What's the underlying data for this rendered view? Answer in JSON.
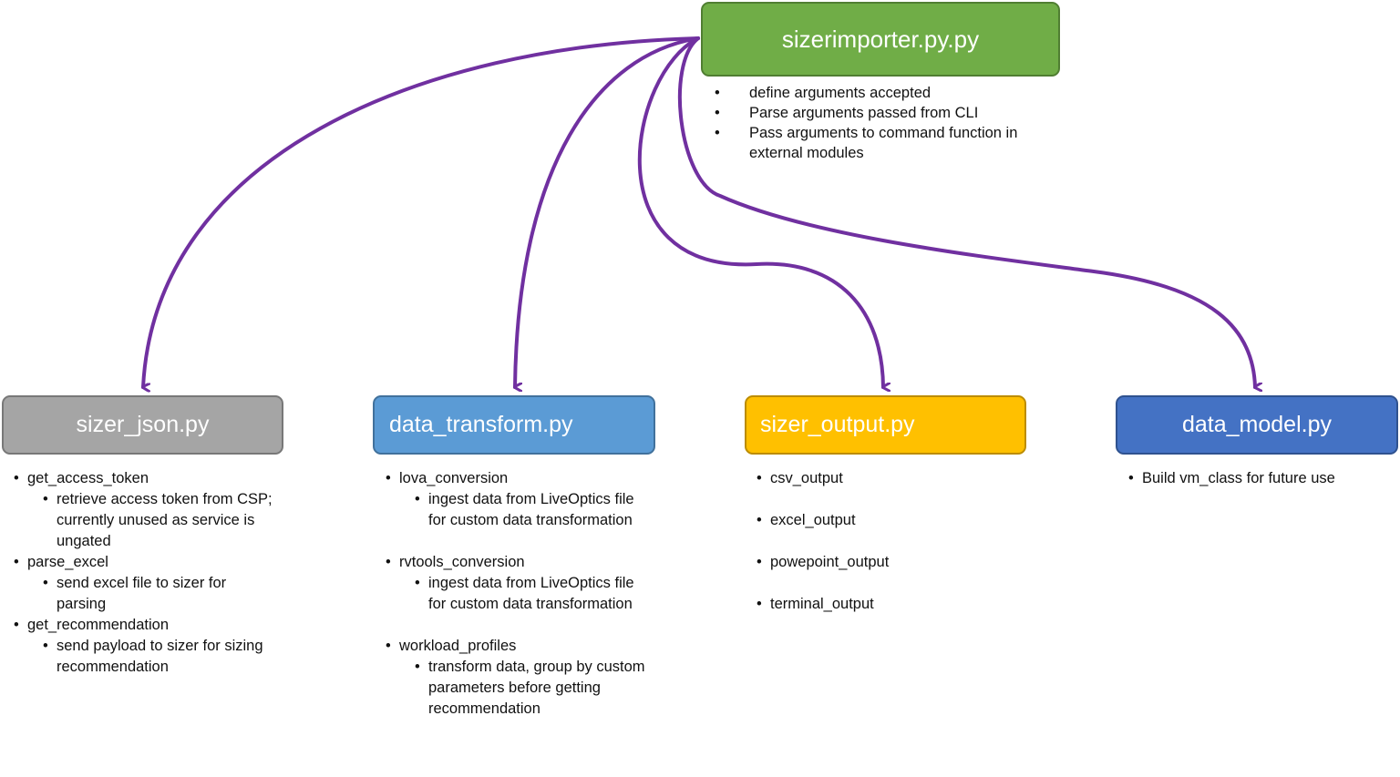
{
  "colors": {
    "connector": "#7030a0",
    "main_fill": "#70ad47",
    "sizer_json_fill": "#a5a5a5",
    "data_transform_fill": "#5b9bd5",
    "sizer_output_fill": "#ffc000",
    "data_model_fill": "#4472c4"
  },
  "main": {
    "title": "sizerimporter.py.py",
    "notes": [
      "define arguments accepted",
      "Parse arguments passed from CLI",
      "Pass arguments to command function in external modules"
    ]
  },
  "modules": {
    "sizer_json": {
      "title": "sizer_json.py",
      "items": [
        {
          "name": "get_access_token",
          "detail": "retrieve access token from CSP; currently unused as service is ungated"
        },
        {
          "name": "parse_excel",
          "detail": "send excel file to sizer for parsing"
        },
        {
          "name": "get_recommendation",
          "detail": "send payload to sizer for sizing recommendation"
        }
      ]
    },
    "data_transform": {
      "title": "data_transform.py",
      "items": [
        {
          "name": "lova_conversion",
          "detail": "ingest data from LiveOptics file for custom data transformation"
        },
        {
          "name": "rvtools_conversion",
          "detail": "ingest data from LiveOptics file for custom data transformation"
        },
        {
          "name": "workload_profiles",
          "detail": "transform data, group by custom parameters before getting recommendation"
        }
      ]
    },
    "sizer_output": {
      "title": "sizer_output.py",
      "items": [
        "csv_output",
        "excel_output",
        "powepoint_output",
        "terminal_output"
      ]
    },
    "data_model": {
      "title": "data_model.py",
      "items": [
        "Build vm_class for future use"
      ]
    }
  }
}
